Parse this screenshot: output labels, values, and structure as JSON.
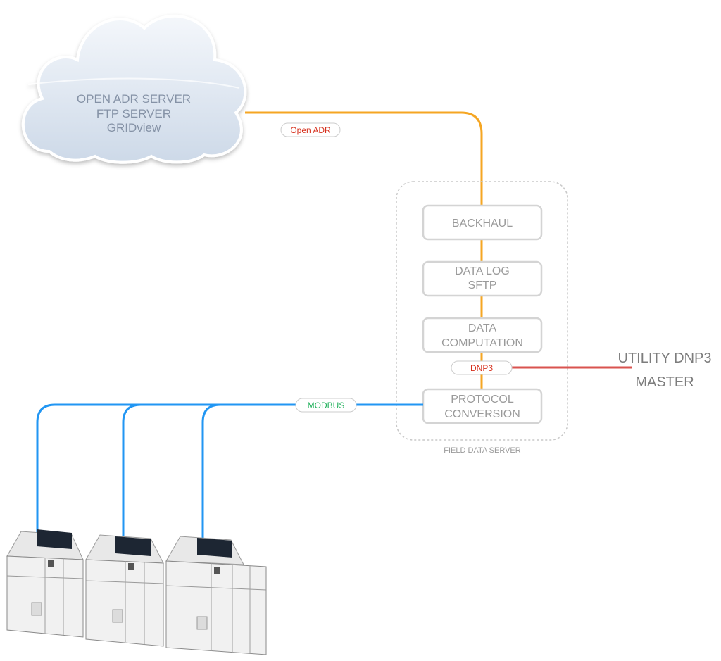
{
  "cloud": {
    "line1": "OPEN ADR  SERVER",
    "line2": "FTP SERVER",
    "line3": "GRIDview"
  },
  "protocols": {
    "open_adr": "Open ADR",
    "dnp3": "DNP3",
    "modbus": "MODBUS"
  },
  "field_data_server": {
    "caption": "FIELD DATA SERVER",
    "backhaul": "BACKHAUL",
    "data_log_line1": "DATA LOG",
    "data_log_line2": "SFTP",
    "data_computation_line1": "DATA",
    "data_computation_line2": "COMPUTATION",
    "protocol_conversion_line1": "PROTOCOL",
    "protocol_conversion_line2": "CONVERSION"
  },
  "utility": {
    "line1": "UTILITY DNP3",
    "line2": "MASTER"
  },
  "colors": {
    "open_adr_line": "#f5a623",
    "modbus_line": "#2196f3",
    "dnp3_line": "#d9534f",
    "box_border": "#d4d4d4",
    "cloud_fill": "#dfe7f1"
  }
}
